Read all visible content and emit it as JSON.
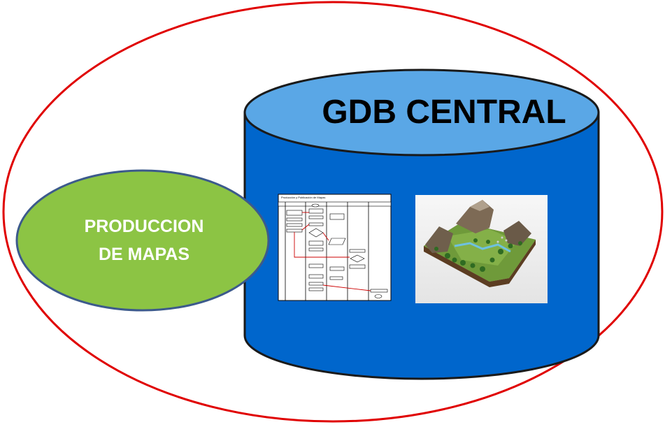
{
  "database": {
    "label": "GDB CENTRAL"
  },
  "production": {
    "line1": "PRODUCCION",
    "line2": "DE MAPAS"
  },
  "flowchart_thumbnail": {
    "title": "Producción y Publicación de Mapas"
  },
  "terrain_thumbnail": {
    "subject": "3d-terrain-model"
  },
  "colors": {
    "outer_ellipse_stroke": "#e00000",
    "cylinder_body": "#0066cc",
    "cylinder_top": "#5aa7e6",
    "cylinder_stroke": "#1a1a1a",
    "bubble_fill": "#8cc444",
    "bubble_stroke": "#3c5a8c",
    "bubble_text": "#ffffff"
  }
}
